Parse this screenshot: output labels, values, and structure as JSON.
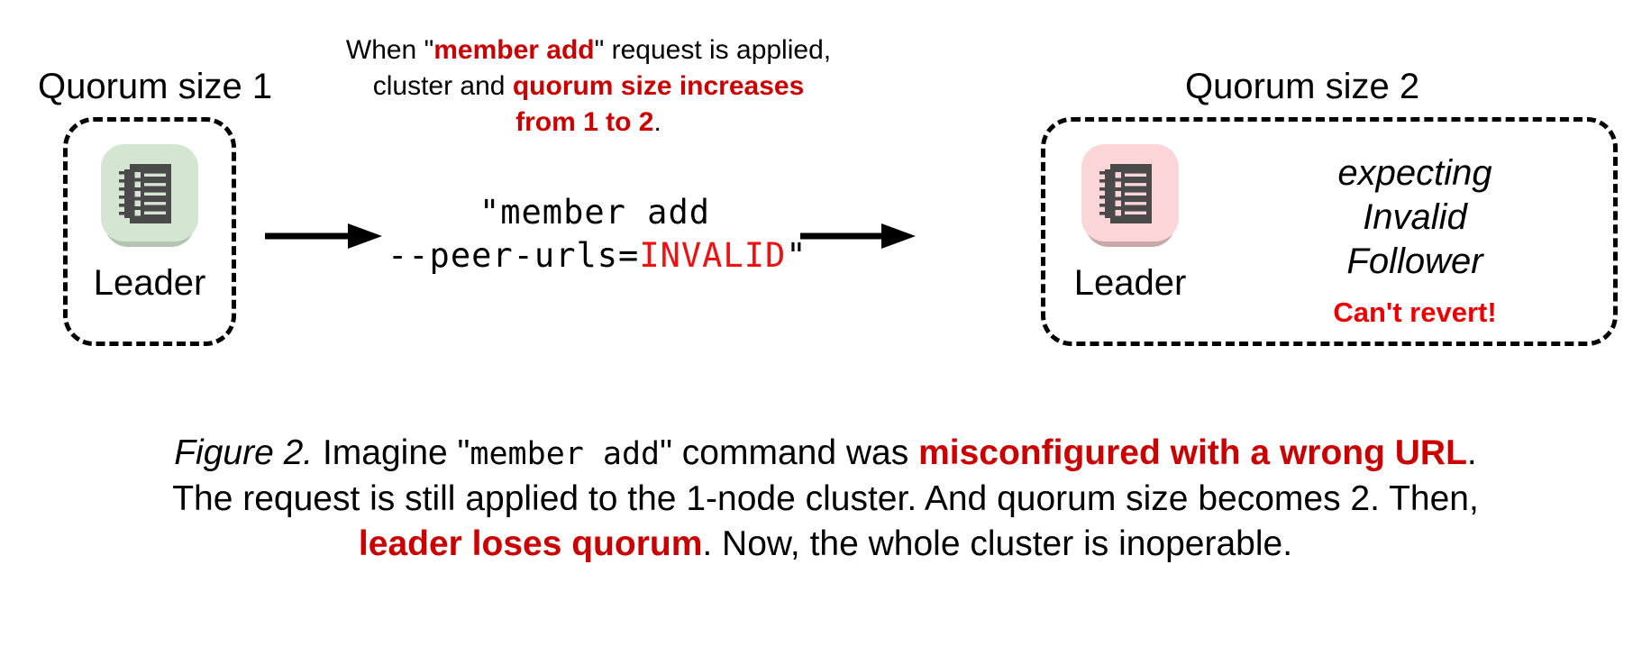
{
  "figure": {
    "colors": {
      "accent_red": "#cc0000",
      "bright_red": "#ee1111",
      "leader_healthy_bg": "#d4e6d2",
      "leader_failed_bg": "#fbd5d7",
      "icon_dark": "#4a4a4a",
      "background": "#ffffff"
    },
    "left_cluster": {
      "heading": "Quorum size 1",
      "node_label": "Leader",
      "node_state": "healthy"
    },
    "right_cluster": {
      "heading": "Quorum size 2",
      "node_label": "Leader",
      "node_state": "failed",
      "annotation_lines": [
        "expecting",
        "Invalid",
        "Follower"
      ],
      "warning": "Can't revert!"
    },
    "top_note": {
      "line1_a": "When \"",
      "line1_highlight": "member add",
      "line1_b": "\" request is applied,",
      "line2_a": "cluster and ",
      "line2_highlight": "quorum size increases",
      "line3_highlight": "from 1 to 2",
      "line3_b": "."
    },
    "command": {
      "line1": "\"member add",
      "line2_prefix": "--peer-urls=",
      "line2_invalid": "INVALID",
      "line2_suffix": "\""
    },
    "arrows": {
      "left_arrow_name": "arrow-right-icon",
      "right_arrow_name": "arrow-right-icon"
    }
  },
  "caption": {
    "figure_number": "Figure 2.",
    "line1_a": " Imagine \"",
    "line1_mono": "member add",
    "line1_b": "\" command was ",
    "line1_highlight": "misconfigured with a wrong URL",
    "line1_c": ".",
    "line2": "The request is still applied to the 1-node cluster. And quorum size becomes 2. Then,",
    "line3_highlight": "leader loses quorum",
    "line3_b": ". Now, the whole cluster is inoperable."
  }
}
